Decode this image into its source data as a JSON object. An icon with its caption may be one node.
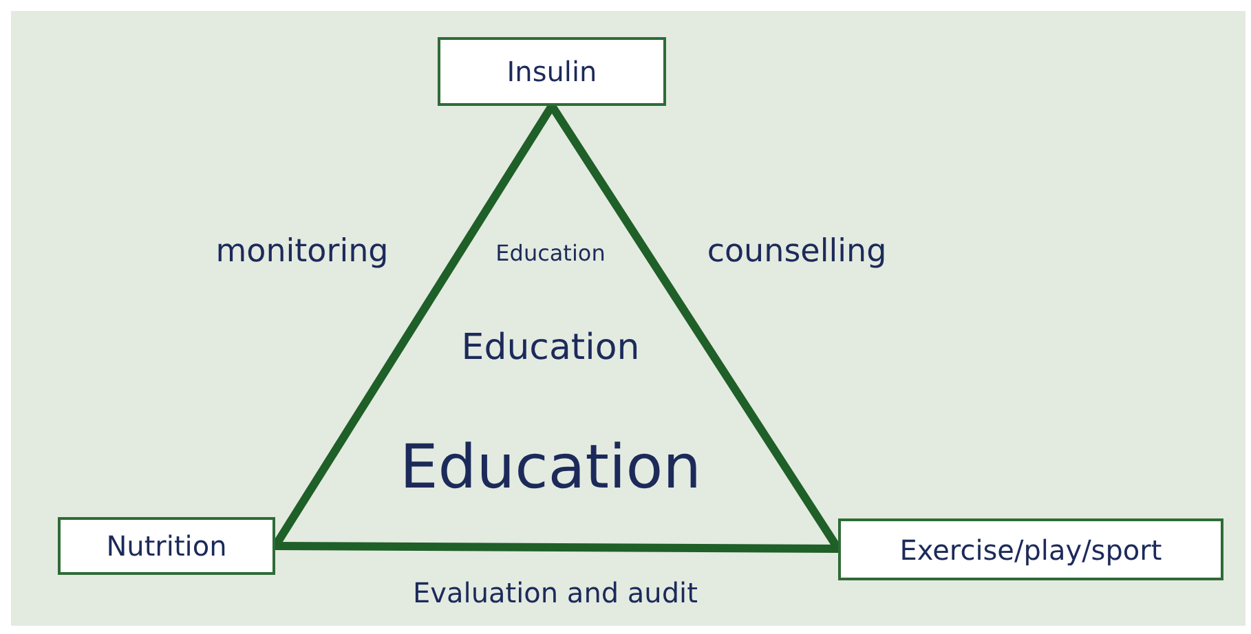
{
  "diagram": {
    "nodes": [
      {
        "text": [
          "Insulin"
        ]
      },
      {
        "text": [
          "Nutrition"
        ]
      },
      {
        "text": [
          "Exercise/play/sport"
        ]
      }
    ],
    "edges": [
      {
        "from": 0,
        "to": 1,
        "arrow": "none",
        "label": "monitoring"
      },
      {
        "from": 0,
        "to": 2,
        "arrow": "none",
        "label": "counselling"
      },
      {
        "from": 1,
        "to": 2,
        "arrow": "none",
        "label": "Evaluation and audit"
      }
    ],
    "labels": [
      "Education",
      "Education",
      "Education"
    ]
  }
}
